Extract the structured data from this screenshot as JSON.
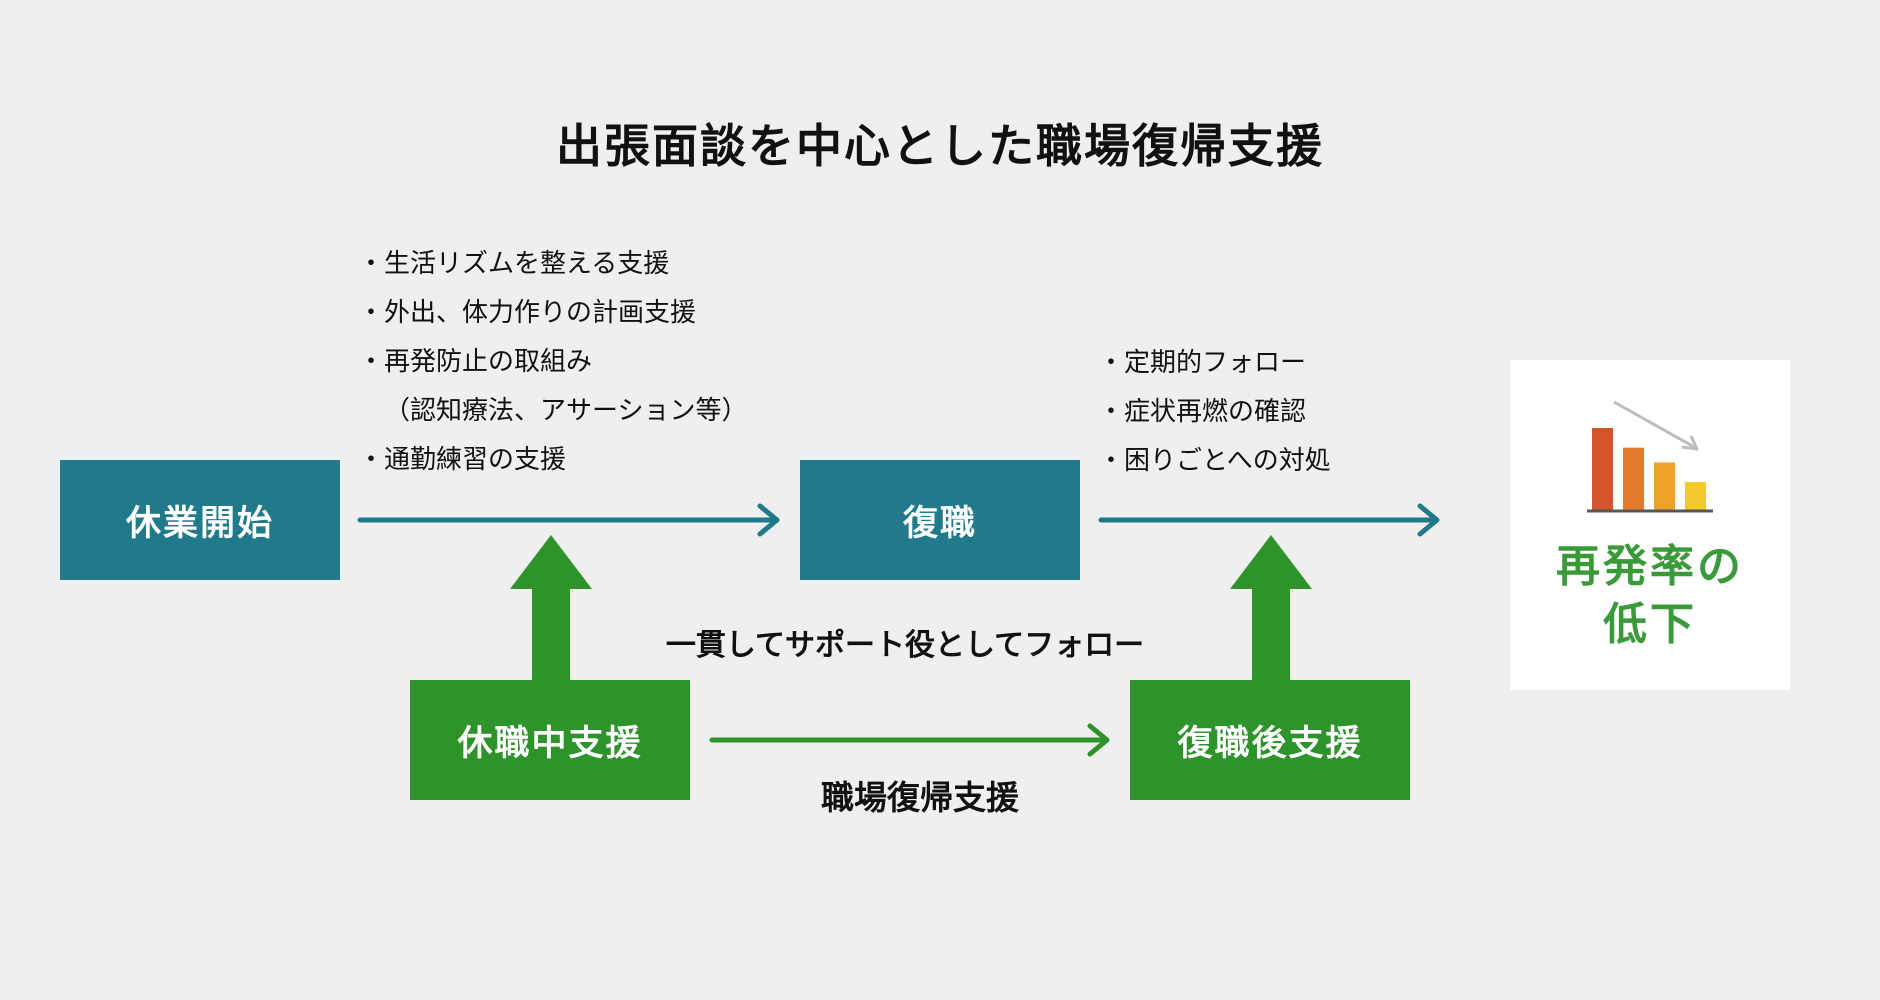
{
  "title": "出張面談を中心とした職場復帰支援",
  "nodes": {
    "leave_start": "休業開始",
    "return_work": "復職",
    "leave_support": "休職中支援",
    "post_return_support": "復職後支援"
  },
  "notes_leave": [
    "・生活リズムを整える支援",
    "・外出、体力作りの計画支援",
    "・再発防止の取組み",
    "（認知療法、アサーション等）",
    "・通勤練習の支援"
  ],
  "notes_after": [
    "・定期的フォロー",
    "・症状再燃の確認",
    "・困りごとへの対処"
  ],
  "labels": {
    "consistent_support": "一貫してサポート役としてフォロー",
    "workplace_return_support": "職場復帰支援"
  },
  "result": {
    "line1": "再発率の",
    "line2": "低下",
    "chart_values": [
      100,
      76,
      58,
      34
    ]
  },
  "colors": {
    "teal": "#217a8c",
    "green": "#2d932a",
    "bar1": "#d4552a",
    "bar2": "#e27a2a",
    "bar3": "#eea22a",
    "bar4": "#f2c82a"
  }
}
